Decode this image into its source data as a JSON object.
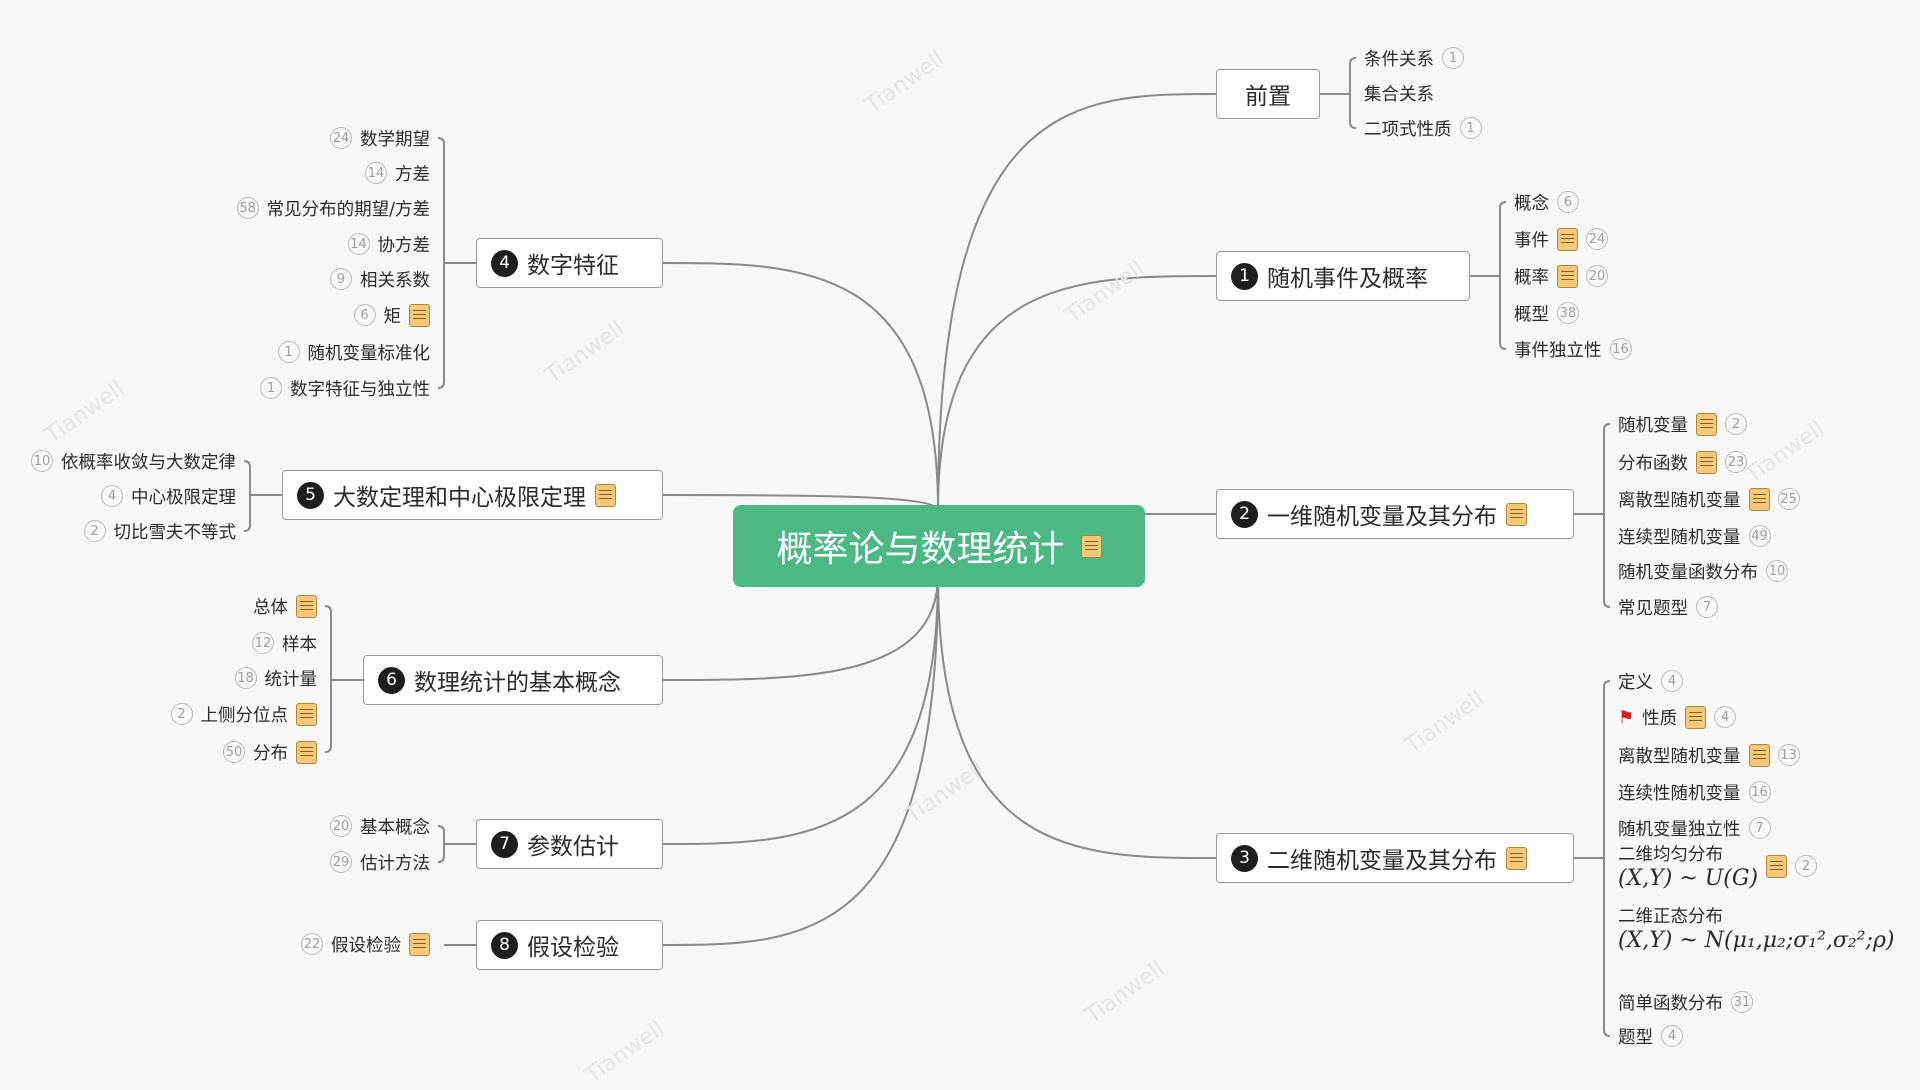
{
  "watermark": "Tianwell",
  "root": {
    "label": "概率论与数理统计"
  },
  "branches": [
    {
      "num": "",
      "label": "前置",
      "children": [
        {
          "label": "条件关系",
          "badge": "1"
        },
        {
          "label": "集合关系"
        },
        {
          "label": "二项式性质",
          "badge": "1"
        }
      ]
    },
    {
      "num": "1",
      "label": "随机事件及概率",
      "children": [
        {
          "label": "概念",
          "badge": "6"
        },
        {
          "label": "事件",
          "note": true,
          "badge": "24"
        },
        {
          "label": "概率",
          "note": true,
          "badge": "20"
        },
        {
          "label": "概型",
          "badge": "38"
        },
        {
          "label": "事件独立性",
          "badge": "16"
        }
      ]
    },
    {
      "num": "2",
      "label": "一维随机变量及其分布",
      "note": true,
      "children": [
        {
          "label": "随机变量",
          "note": true,
          "badge": "2"
        },
        {
          "label": "分布函数",
          "note": true,
          "badge": "23"
        },
        {
          "label": "离散型随机变量",
          "note": true,
          "badge": "25"
        },
        {
          "label": "连续型随机变量",
          "badge": "49"
        },
        {
          "label": "随机变量函数分布",
          "badge": "10"
        },
        {
          "label": "常见题型",
          "badge": "7"
        }
      ]
    },
    {
      "num": "3",
      "label": "二维随机变量及其分布",
      "note": true,
      "children": [
        {
          "label": "定义",
          "badge": "4"
        },
        {
          "label": "性质",
          "flag": true,
          "note": true,
          "badge": "4"
        },
        {
          "label": "离散型随机变量",
          "note": true,
          "badge": "13"
        },
        {
          "label": "连续性随机变量",
          "badge": "16"
        },
        {
          "label": "随机变量独立性",
          "badge": "7"
        },
        {
          "label": "二维均匀分布",
          "formula": "(X,Y) ~ U(G)",
          "note": true,
          "badge": "2"
        },
        {
          "label": "二维正态分布",
          "formula": "(X,Y) ~ N(μ₁,μ₂;σ₁²,σ₂²;ρ)"
        },
        {
          "label": "简单函数分布",
          "badge": "31"
        },
        {
          "label": "题型",
          "badge": "4"
        }
      ]
    },
    {
      "num": "4",
      "label": "数字特征",
      "children": [
        {
          "label": "数学期望",
          "badge": "24"
        },
        {
          "label": "方差",
          "badge": "14"
        },
        {
          "label": "常见分布的期望/方差",
          "badge": "58"
        },
        {
          "label": "协方差",
          "badge": "14"
        },
        {
          "label": "相关系数",
          "badge": "9"
        },
        {
          "label": "矩",
          "note": true,
          "badge": "6"
        },
        {
          "label": "随机变量标准化",
          "badge": "1"
        },
        {
          "label": "数字特征与独立性",
          "badge": "1"
        }
      ]
    },
    {
      "num": "5",
      "label": "大数定理和中心极限定理",
      "note": true,
      "children": [
        {
          "label": "依概率收敛与大数定律",
          "badge": "10"
        },
        {
          "label": "中心极限定理",
          "badge": "4"
        },
        {
          "label": "切比雪夫不等式",
          "badge": "2"
        }
      ]
    },
    {
      "num": "6",
      "label": "数理统计的基本概念",
      "children": [
        {
          "label": "总体",
          "note": true
        },
        {
          "label": "样本",
          "badge": "12"
        },
        {
          "label": "统计量",
          "badge": "18"
        },
        {
          "label": "上侧分位点",
          "note": true,
          "badge": "2"
        },
        {
          "label": "分布",
          "note": true,
          "badge": "50"
        }
      ]
    },
    {
      "num": "7",
      "label": "参数估计",
      "children": [
        {
          "label": "基本概念",
          "badge": "20"
        },
        {
          "label": "估计方法",
          "badge": "29"
        }
      ]
    },
    {
      "num": "8",
      "label": "假设检验",
      "children": [
        {
          "label": "假设检验",
          "note": true,
          "badge": "22"
        }
      ]
    }
  ]
}
